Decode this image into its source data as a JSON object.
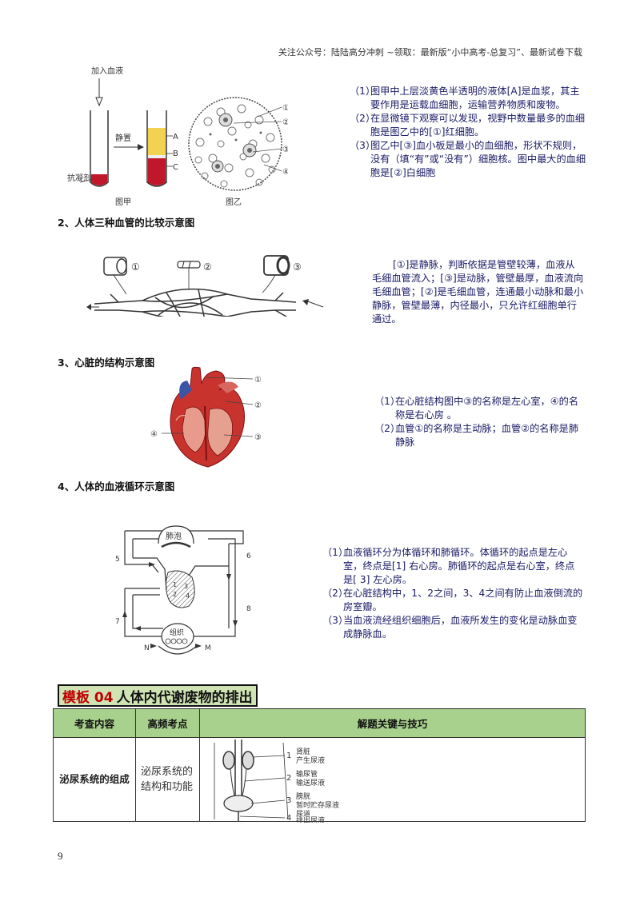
{
  "header": "关注公众号：陆陆高分冲刺 ~领取：最新版“小中高考-总复习”、最新试卷下载",
  "blood": {
    "fig_a_top": "加入血液",
    "fig_a_arrow": "静置",
    "fig_a_layers": [
      "A",
      "B",
      "C"
    ],
    "fig_a_anticoag": "抗凝剂",
    "fig_a_caption": "图甲",
    "fig_b_caption": "图乙",
    "fig_b_labels": [
      "①",
      "②",
      "③",
      "④"
    ],
    "questions": [
      {
        "n": "（1）",
        "t": "图甲中上层淡黄色半透明的液体[A]是血浆，其主要作用是运载血细胞，运输营养物质和废物。"
      },
      {
        "n": "（2）",
        "t": "在显微镜下观察可以发现，视野中数量最多的血细胞是图乙中的[①]红细胞。"
      },
      {
        "n": "（3）",
        "t": "图乙中[③]血小板是最小的血细胞，形状不规则，没有（填“有”或“没有”）细胞核。图中最大的血细胞是[②]白细胞"
      }
    ]
  },
  "vessels": {
    "title": "2、人体三种血管的比较示意图",
    "labels": [
      "①",
      "②",
      "③"
    ],
    "text": "[①]是静脉，判断依据是管壁较薄，血液从毛细血管流入；[③]是动脉，管壁最厚，血液流向毛细血管；[②]是毛细血管，连通最小动脉和最小静脉，管壁最薄，内径最小，只允许红细胞单行通过。"
  },
  "heart": {
    "title": "3、心脏的结构示意图",
    "labels": [
      "①",
      "②",
      "③",
      "④"
    ],
    "questions": [
      {
        "n": "（1）",
        "t": "在心脏结构图中③的名称是左心室，④的名称是右心房 。"
      },
      {
        "n": "（2）",
        "t": "血管①的名称是主动脉；血管②的名称是肺静脉"
      }
    ]
  },
  "circulation": {
    "title": "4、人体的血液循环示意图",
    "lung_label": "肺泡",
    "tissue_label": "组织",
    "side_labels": [
      "5",
      "6",
      "7",
      "8"
    ],
    "chamber_labels": [
      "1",
      "2",
      "3",
      "4"
    ],
    "nm_labels": [
      "N",
      "M"
    ],
    "questions": [
      {
        "n": "（1）",
        "t": "血液循环分为体循环和肺循环。体循环的起点是左心室，终点是[1] 右心房。肺循环的起点是右心室，终点是[ 3] 左心房。"
      },
      {
        "n": "（2）",
        "t": "在心脏结构中，1、2之间，3、4之间有防止血液倒流的房室瓣。"
      },
      {
        "n": "（3）",
        "t": "当血液流经组织细胞后，血液所发生的变化是动脉血变成静脉血。"
      }
    ]
  },
  "template": {
    "tag": "模板 04",
    "title": "人体内代谢废物的排出",
    "columns": [
      "考查内容",
      "高频考点",
      "解题关键与技巧"
    ],
    "row": {
      "topic": "泌尿系统的组成",
      "point": "泌尿系统的结构和功能",
      "labels": [
        {
          "n": "1",
          "a": "肾脏",
          "b": "产生尿液"
        },
        {
          "n": "2",
          "a": "输尿管",
          "b": "输送尿液"
        },
        {
          "n": "3",
          "a": "膀胱",
          "b": "暂时贮存尿液"
        },
        {
          "n": "4",
          "a": "尿道",
          "b": "排出尿液"
        }
      ]
    }
  },
  "page_number": "9"
}
